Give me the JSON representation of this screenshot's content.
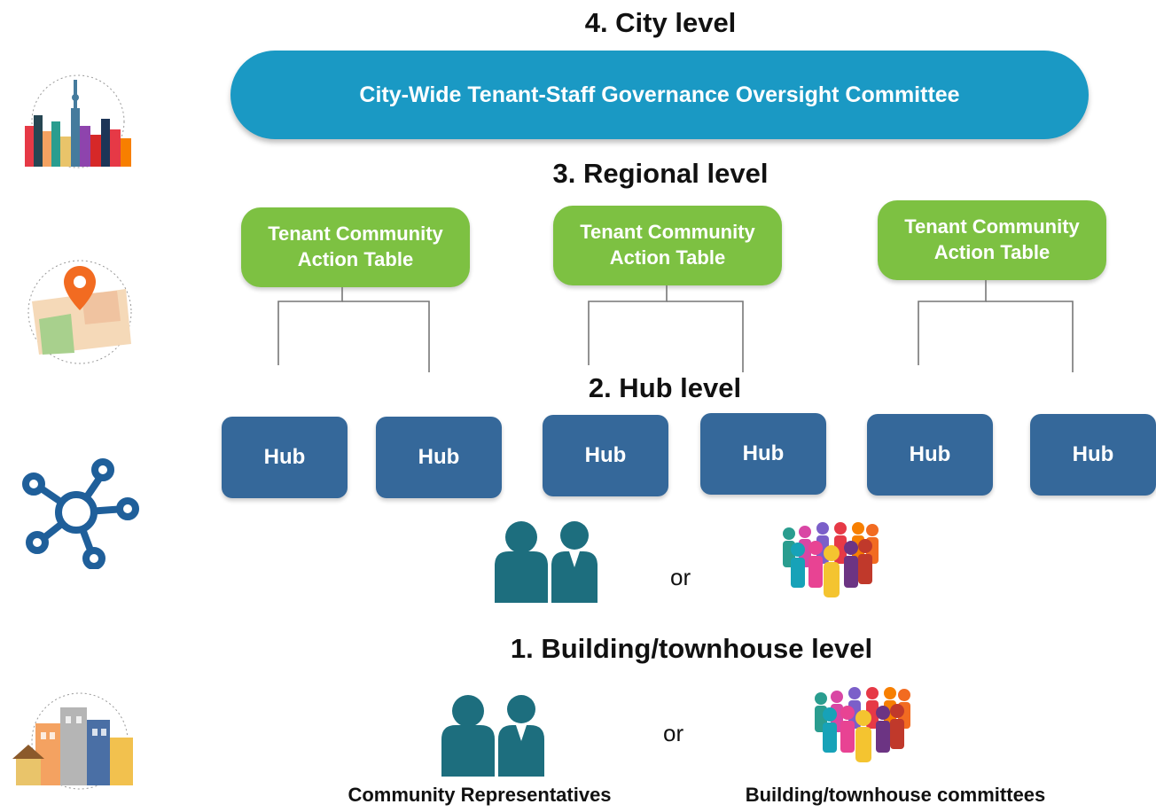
{
  "levels": {
    "city": "4. City level",
    "regional": "3. Regional level",
    "hub": "2. Hub level",
    "building": "1. Building/townhouse level"
  },
  "city_committee": "City-Wide Tenant-Staff Governance Oversight Committee",
  "action_tables": [
    {
      "label": "Tenant Community\nAction Table"
    },
    {
      "label": "Tenant Community\nAction Table"
    },
    {
      "label": "Tenant Community\nAction Table"
    }
  ],
  "hubs": [
    {
      "label": "Hub"
    },
    {
      "label": "Hub"
    },
    {
      "label": "Hub"
    },
    {
      "label": "Hub"
    },
    {
      "label": "Hub"
    },
    {
      "label": "Hub"
    }
  ],
  "or_hub": "or",
  "or_building": "or",
  "captions": {
    "representatives": "Community Representatives",
    "committees": "Building/townhouse committees"
  },
  "colors": {
    "city_bar": "#1a99c4",
    "action_table": "#7dc142",
    "hub": "#35689a",
    "people_icon": "#1d6e7e",
    "network_icon": "#1f5f9a"
  },
  "icons": [
    "city-skyline-icon",
    "map-pin-icon",
    "network-hub-icon",
    "townhouse-buildings-icon",
    "two-people-icon",
    "crowd-icon"
  ]
}
